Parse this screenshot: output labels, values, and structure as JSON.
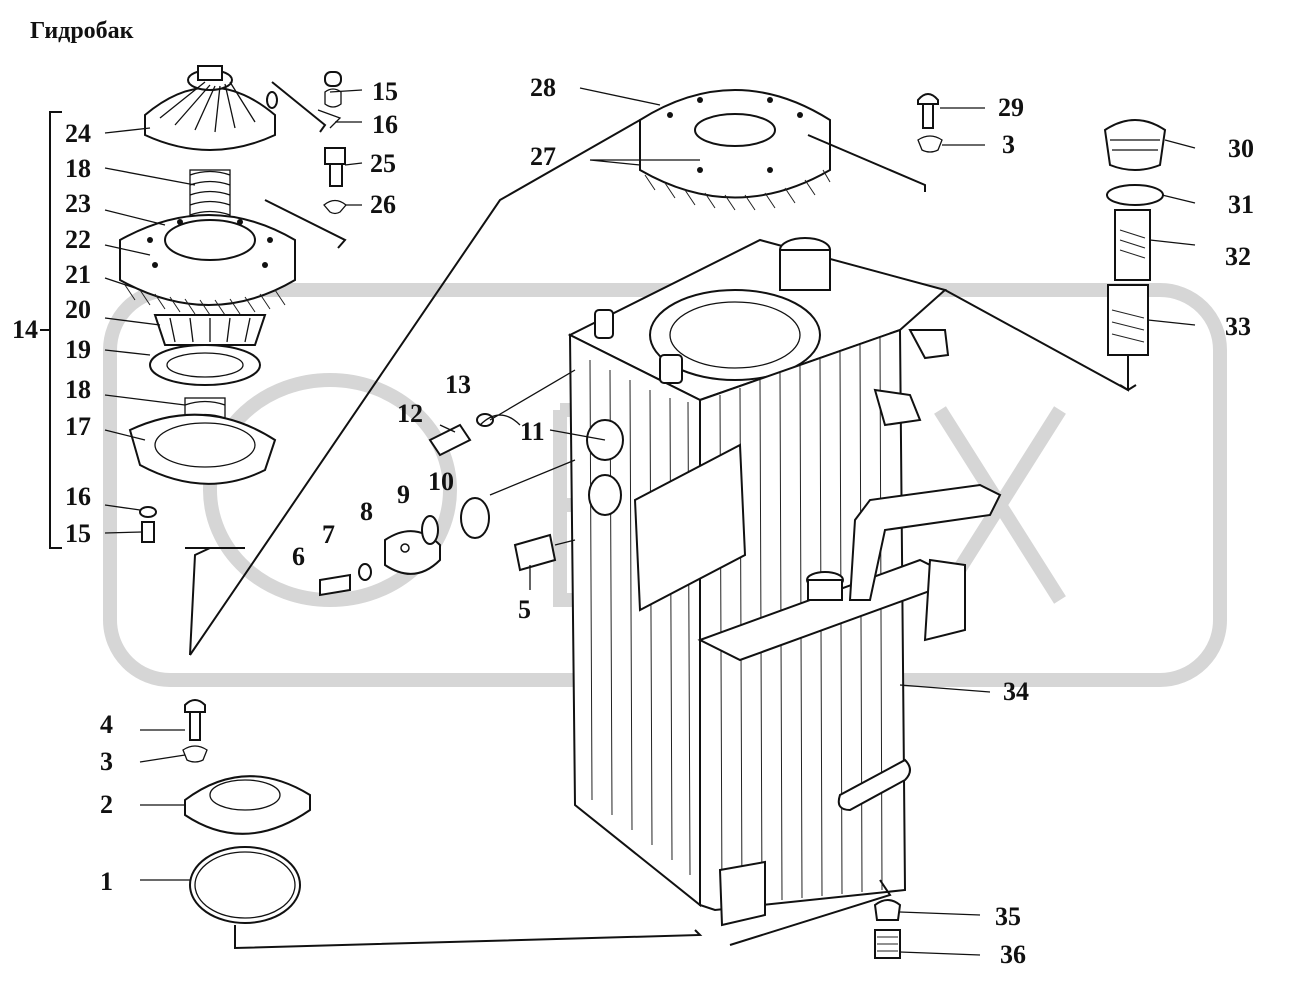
{
  "title": "Гидробак",
  "callouts": [
    {
      "id": "c1",
      "text": "1"
    },
    {
      "id": "c2",
      "text": "2"
    },
    {
      "id": "c3a",
      "text": "3"
    },
    {
      "id": "c4",
      "text": "4"
    },
    {
      "id": "c5",
      "text": "5"
    },
    {
      "id": "c6",
      "text": "6"
    },
    {
      "id": "c7",
      "text": "7"
    },
    {
      "id": "c8",
      "text": "8"
    },
    {
      "id": "c9",
      "text": "9"
    },
    {
      "id": "c10",
      "text": "10"
    },
    {
      "id": "c11",
      "text": "11"
    },
    {
      "id": "c12",
      "text": "12"
    },
    {
      "id": "c13",
      "text": "13"
    },
    {
      "id": "c14",
      "text": "14"
    },
    {
      "id": "c15a",
      "text": "15"
    },
    {
      "id": "c15b",
      "text": "15"
    },
    {
      "id": "c16a",
      "text": "16"
    },
    {
      "id": "c16b",
      "text": "16"
    },
    {
      "id": "c17",
      "text": "17"
    },
    {
      "id": "c18a",
      "text": "18"
    },
    {
      "id": "c18b",
      "text": "18"
    },
    {
      "id": "c19",
      "text": "19"
    },
    {
      "id": "c20",
      "text": "20"
    },
    {
      "id": "c21",
      "text": "21"
    },
    {
      "id": "c22",
      "text": "22"
    },
    {
      "id": "c23",
      "text": "23"
    },
    {
      "id": "c24",
      "text": "24"
    },
    {
      "id": "c25",
      "text": "25"
    },
    {
      "id": "c26",
      "text": "26"
    },
    {
      "id": "c27",
      "text": "27"
    },
    {
      "id": "c28",
      "text": "28"
    },
    {
      "id": "c29",
      "text": "29"
    },
    {
      "id": "c3b",
      "text": "3"
    },
    {
      "id": "c30",
      "text": "30"
    },
    {
      "id": "c31",
      "text": "31"
    },
    {
      "id": "c32",
      "text": "32"
    },
    {
      "id": "c33",
      "text": "33"
    },
    {
      "id": "c34",
      "text": "34"
    },
    {
      "id": "c35",
      "text": "35"
    },
    {
      "id": "c36",
      "text": "36"
    }
  ]
}
